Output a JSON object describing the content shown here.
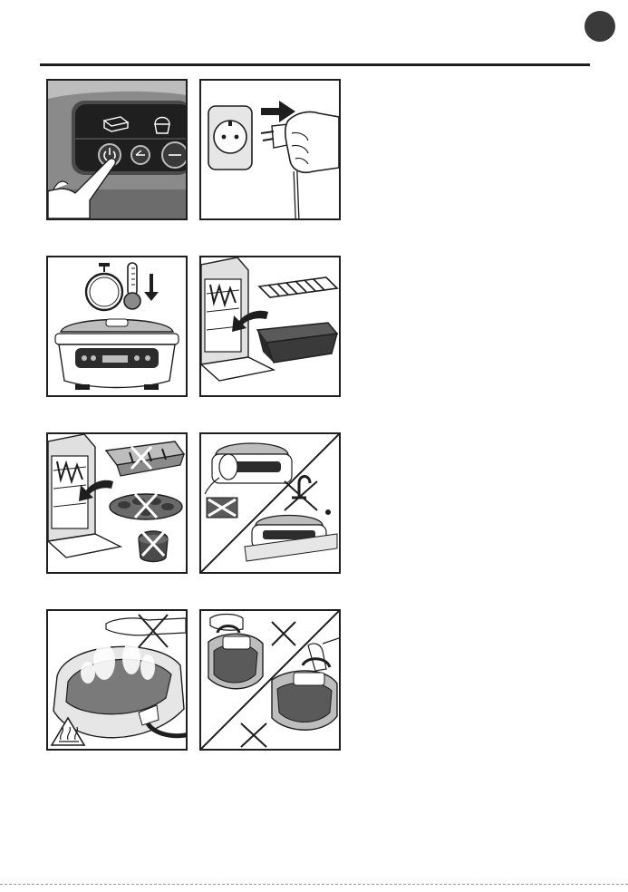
{
  "page": {
    "accent_color": "#3a3a3a",
    "line_color": "#1e1e1e"
  },
  "figures": [
    {
      "id": "fig-power-button",
      "icons": [
        "finger-icon",
        "power-icon",
        "back-icon",
        "minus-icon",
        "cake-icon",
        "muffin-icon"
      ]
    },
    {
      "id": "fig-unplug",
      "icons": [
        "wall-socket-icon",
        "plug-icon",
        "hand-icon",
        "arrow-right-icon"
      ]
    },
    {
      "id": "fig-cool-down",
      "icons": [
        "timer-icon",
        "thermometer-icon",
        "arrow-down-icon",
        "appliance-icon"
      ]
    },
    {
      "id": "fig-dishwasher-accessories",
      "icons": [
        "dishwasher-icon",
        "rack-icon",
        "baking-dish-icon",
        "arrow-curve-icon"
      ]
    },
    {
      "id": "fig-no-dishwasher-moulds",
      "icons": [
        "dishwasher-icon",
        "tray-icon",
        "muffin-mould-icon",
        "cup-mould-icon",
        "cross-icon"
      ]
    },
    {
      "id": "fig-no-abrasive-no-water",
      "icons": [
        "appliance-icon",
        "sponge-icon",
        "scouring-pad-icon",
        "tap-icon",
        "cross-icon"
      ]
    },
    {
      "id": "fig-hot-steam",
      "icons": [
        "appliance-icon",
        "steam-icon",
        "hand-icon",
        "hot-surface-icon",
        "cross-icon"
      ]
    },
    {
      "id": "fig-carry-handle",
      "icons": [
        "appliance-icon",
        "hand-icon",
        "cross-icon"
      ]
    }
  ]
}
